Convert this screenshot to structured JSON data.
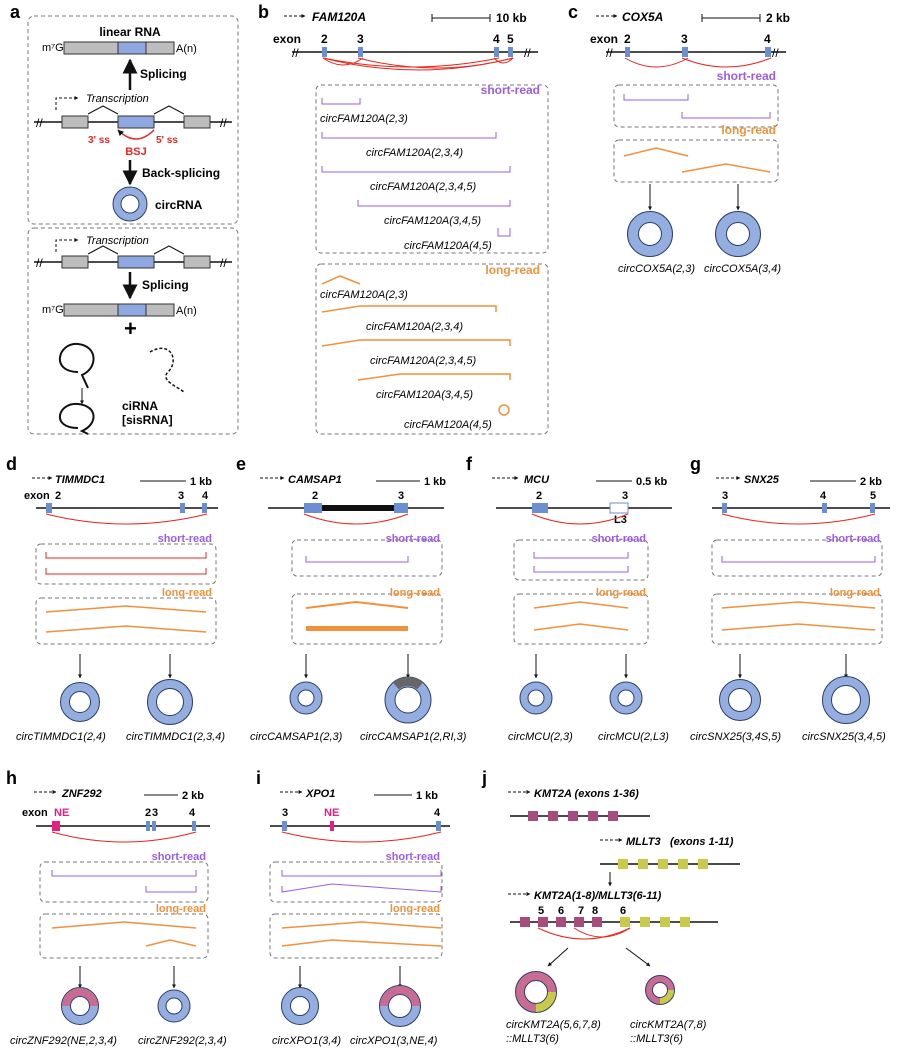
{
  "colors": {
    "red": "#e8261f",
    "purple": "#9b5de5",
    "orange": "#f0913c",
    "exon": "#6b8fd0",
    "circ": "#94aee0",
    "circEdge": "#2c3e6b",
    "pink": "#c86c93",
    "ne": "#e81f80",
    "magenta": "#a84c7d",
    "olive": "#c9c94a"
  },
  "labels": {
    "short": "short-read",
    "long": "long-read",
    "exon": "exon",
    "NE": "NE"
  },
  "panelA": {
    "letter": "a",
    "linear": "linear RNA",
    "m7g": "m⁷G",
    "an": "A(n)",
    "splicing": "Splicing",
    "transcription": "Transcription",
    "ss3": "3' ss",
    "ss5": "5' ss",
    "bsj": "BSJ",
    "backsplicing": "Back-splicing",
    "circrna": "circRNA",
    "transcription2": "Transcription",
    "splicing2": "Splicing",
    "m7g2": "m⁷G",
    "an2": "A(n)",
    "plus": "+",
    "cirna": "ciRNA",
    "sisrna": "[sisRNA]"
  },
  "panelB": {
    "letter": "b",
    "gene": "FAM120A",
    "scale": "10 kb",
    "exons": [
      "2",
      "3",
      "4",
      "5"
    ],
    "short": [
      "circFAM120A(2,3)",
      "circFAM120A(2,3,4)",
      "circFAM120A(2,3,4,5)",
      "circFAM120A(3,4,5)",
      "circFAM120A(4,5)"
    ],
    "long": [
      "circFAM120A(2,3)",
      "circFAM120A(2,3,4)",
      "circFAM120A(2,3,4,5)",
      "circFAM120A(3,4,5)",
      "circFAM120A(4,5)"
    ]
  },
  "panelC": {
    "letter": "c",
    "gene": "COX5A",
    "scale": "2 kb",
    "exons": [
      "2",
      "3",
      "4"
    ],
    "circs": [
      "circCOX5A(2,3)",
      "circCOX5A(3,4)"
    ]
  },
  "panelD": {
    "letter": "d",
    "gene": "TIMMDC1",
    "scale": "1 kb",
    "exons": [
      "2",
      "3",
      "4"
    ],
    "circs": [
      "circTIMMDC1(2,4)",
      "circTIMMDC1(2,3,4)"
    ]
  },
  "panelE": {
    "letter": "e",
    "gene": "CAMSAP1",
    "scale": "1 kb",
    "exons": [
      "2",
      "3"
    ],
    "circs": [
      "circCAMSAP1(2,3)",
      "circCAMSAP1(2,RI,3)"
    ]
  },
  "panelF": {
    "letter": "f",
    "gene": "MCU",
    "scale": "0.5 kb",
    "exons": [
      "2",
      "3",
      "L3"
    ],
    "circs": [
      "circMCU(2,3)",
      "circMCU(2,L3)"
    ]
  },
  "panelG": {
    "letter": "g",
    "gene": "SNX25",
    "scale": "2 kb",
    "exons": [
      "3",
      "4",
      "5"
    ],
    "circs": [
      "circSNX25(3,4S,5)",
      "circSNX25(3,4,5)"
    ]
  },
  "panelH": {
    "letter": "h",
    "gene": "ZNF292",
    "scale": "2 kb",
    "exons": [
      "2",
      "3",
      "4"
    ],
    "circs": [
      "circZNF292(NE,2,3,4)",
      "circZNF292(2,3,4)"
    ]
  },
  "panelI": {
    "letter": "i",
    "gene": "XPO1",
    "scale": "1 kb",
    "exons": [
      "3",
      "4"
    ],
    "circs": [
      "circXPO1(3,4)",
      "circXPO1(3,NE,4)"
    ]
  },
  "panelJ": {
    "letter": "j",
    "gene1": "KMT2A (exons 1-36)",
    "gene2": "MLLT3",
    "gene2b": "(exons 1-11)",
    "fusion": "KMT2A(1-8)/MLLT3(6-11)",
    "exons": [
      "5",
      "6",
      "7",
      "8",
      "6"
    ],
    "circ1a": "circKMT2A(5,6,7,8)",
    "circ1b": "::MLLT3(6)",
    "circ2a": "circKMT2A(7,8)",
    "circ2b": "::MLLT3(6)"
  }
}
